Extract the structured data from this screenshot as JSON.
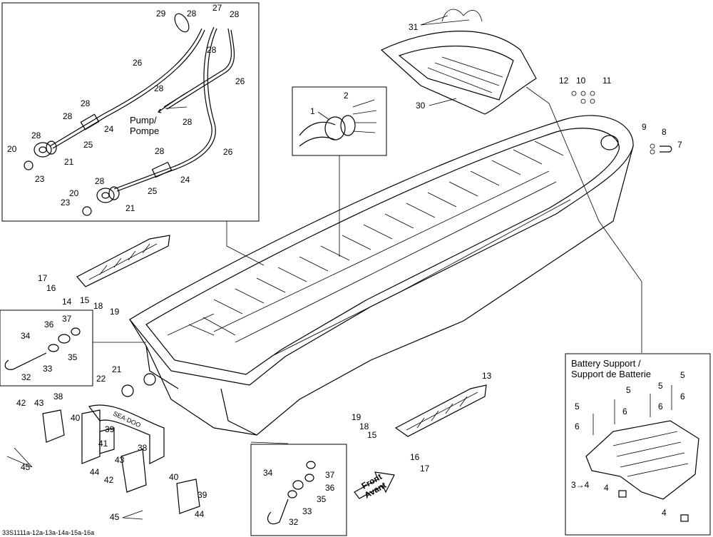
{
  "diagram": {
    "caption": "33S1111a-12a-13a-14a-15a-16a",
    "battery_support_title_en": "Battery Support /",
    "battery_support_title_fr": "Support de Batterie",
    "pump_label_en": "Pump/",
    "pump_label_fr": "Pompe",
    "front_label_en": "Front",
    "front_label_fr": "Avant",
    "sticker_text": "SEA·DOO"
  },
  "callouts": {
    "pump_box": [
      "29",
      "28",
      "27",
      "28",
      "28",
      "26",
      "26",
      "28",
      "28",
      "24",
      "28",
      "25",
      "28",
      "21",
      "20",
      "23",
      "28",
      "26",
      "28",
      "24",
      "28",
      "25",
      "20",
      "21",
      "23"
    ],
    "inset_1": [
      "2",
      "1"
    ],
    "seat_tray": [
      "31",
      "30"
    ],
    "hardware_right": [
      "12",
      "10",
      "11",
      "9",
      "8",
      "7"
    ],
    "rail_left": [
      "17",
      "16",
      "14",
      "15",
      "18",
      "19"
    ],
    "latch_left": [
      "36",
      "37",
      "34",
      "35",
      "33",
      "32"
    ],
    "lower_left": [
      "21",
      "22",
      "42",
      "43",
      "38",
      "40",
      "39",
      "41",
      "45",
      "43",
      "38",
      "44",
      "42",
      "40",
      "39",
      "44",
      "45"
    ],
    "rail_right": [
      "13",
      "19",
      "18",
      "15",
      "16",
      "17"
    ],
    "latch_bottom": [
      "34",
      "37",
      "36",
      "35",
      "33",
      "32"
    ],
    "battery": [
      "5",
      "5",
      "5",
      "6",
      "6",
      "5",
      "6",
      "6",
      "6",
      "3→4",
      "4",
      "4"
    ]
  }
}
